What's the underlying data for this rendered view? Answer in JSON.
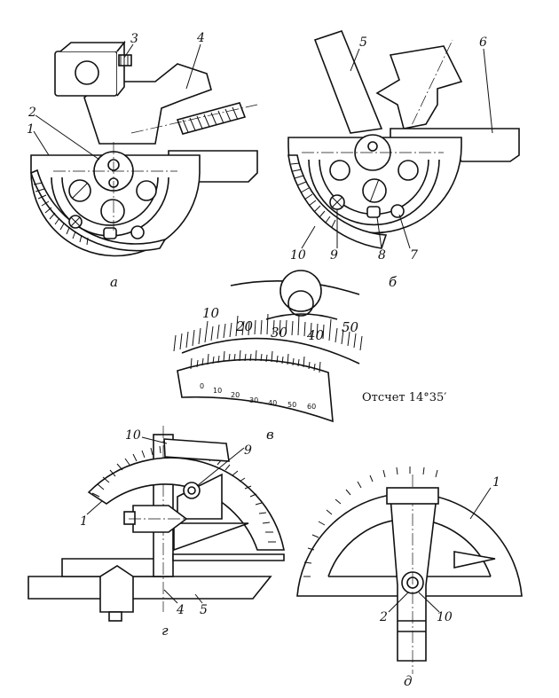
{
  "labels": {
    "a": {
      "n1": "1",
      "n2": "2",
      "n3": "3",
      "n4": "4",
      "cap": "а"
    },
    "b": {
      "n5": "5",
      "n6": "6",
      "n7": "7",
      "n8": "8",
      "n9": "9",
      "n10": "10",
      "cap": "б"
    },
    "v": {
      "main_scale": [
        "10",
        "20",
        "30",
        "40",
        "50"
      ],
      "vernier": [
        "0",
        "10",
        "20",
        "30",
        "40",
        "50",
        "60"
      ],
      "reading": "Отсчет 14°35′",
      "cap": "в"
    },
    "g": {
      "n1": "1",
      "n4": "4",
      "n5": "5",
      "n9": "9",
      "n10": "10",
      "cap": "г"
    },
    "d": {
      "n1": "1",
      "n2": "2",
      "n10": "10",
      "cap": "д"
    }
  }
}
